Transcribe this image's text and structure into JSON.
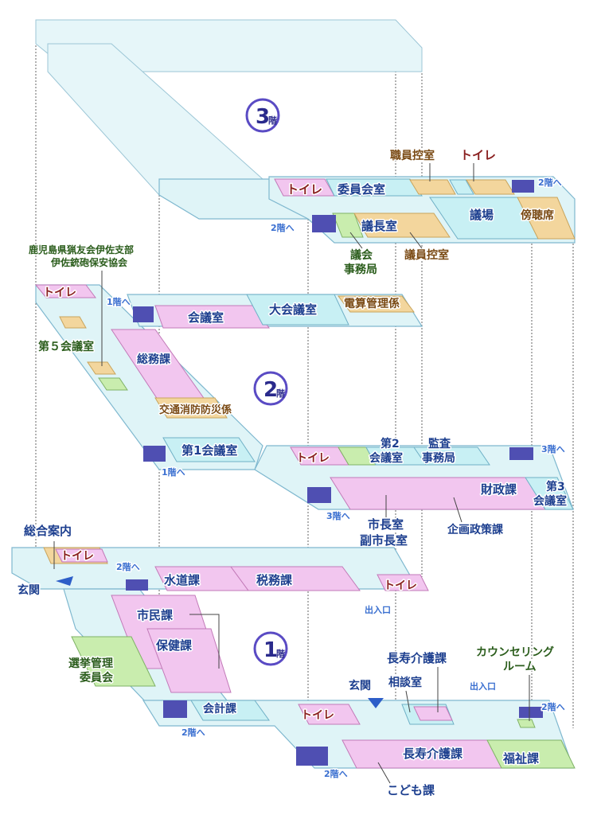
{
  "floors": {
    "f3": {
      "badge": "3",
      "suffix": "階",
      "rooms": {
        "toilet": "トイレ",
        "committee_room": "委員会室",
        "assembly_hall": "議場",
        "gallery": "傍聴席",
        "chairman_room": "議長室",
        "staff_room": "職員控室",
        "toilet_top": "トイレ",
        "council_office_1": "議会",
        "council_office_2": "事務局",
        "member_room": "議員控室",
        "stairs_left": "2階へ",
        "stairs_right": "2階へ"
      }
    },
    "f2": {
      "badge": "2",
      "suffix": "階",
      "rooms": {
        "hunting_assoc_1": "鹿児島県猟友会伊佐支部",
        "hunting_assoc_2": "伊佐銃砲保安協会",
        "toilet_left": "トイレ",
        "stairs_up": "1階へ",
        "meeting_room": "会議室",
        "large_meeting_room": "大会議室",
        "computing": "電算管理係",
        "meeting_room_5": "第５会議室",
        "general_affairs": "総務課",
        "traffic_fire": "交通消防防災係",
        "meeting_room_1": "第1会議室",
        "stairs_1f": "1階へ",
        "toilet_right": "トイレ",
        "meeting_room_2a": "第2",
        "meeting_room_2b": "会議室",
        "audit_a": "監査",
        "audit_b": "事務局",
        "stairs_3f": "3階へ",
        "finance": "財政課",
        "meeting_room_3a": "第3",
        "meeting_room_3b": "会議室",
        "stairs_3f_low": "3階へ",
        "mayor": "市長室",
        "vice_mayor": "副市長室",
        "planning": "企画政策課"
      }
    },
    "f1": {
      "badge": "1",
      "suffix": "階",
      "rooms": {
        "info_desk": "総合案内",
        "toilet_left": "トイレ",
        "entrance_left": "玄関",
        "stairs_2f_top": "2階へ",
        "water": "水道課",
        "tax": "税務課",
        "toilet_mid": "トイレ",
        "exit_mid": "出入口",
        "citizen": "市民課",
        "health": "保健課",
        "election_a": "選挙管理",
        "election_b": "委員会",
        "accounting": "会計課",
        "stairs_2f_low": "2階へ",
        "longevity_care_top": "長寿介護課",
        "counseling_a": "カウンセリング",
        "counseling_b": "ルーム",
        "entrance_right": "玄関",
        "consultation": "相談室",
        "exit_right": "出入口",
        "stairs_2f_right": "2階へ",
        "toilet_right": "トイレ",
        "longevity_care": "長寿介護課",
        "welfare": "福祉課",
        "stairs_2f_bottom": "2階へ",
        "children": "こども課"
      }
    }
  },
  "colors": {
    "plate": "#dff4f7",
    "office_pink": "#f2c6ef",
    "meeting_aqua": "#c8f0f4",
    "staff_tan": "#f3d69d",
    "toilet_green": "#c9edae",
    "floor_badge": "#5a4bc4"
  }
}
